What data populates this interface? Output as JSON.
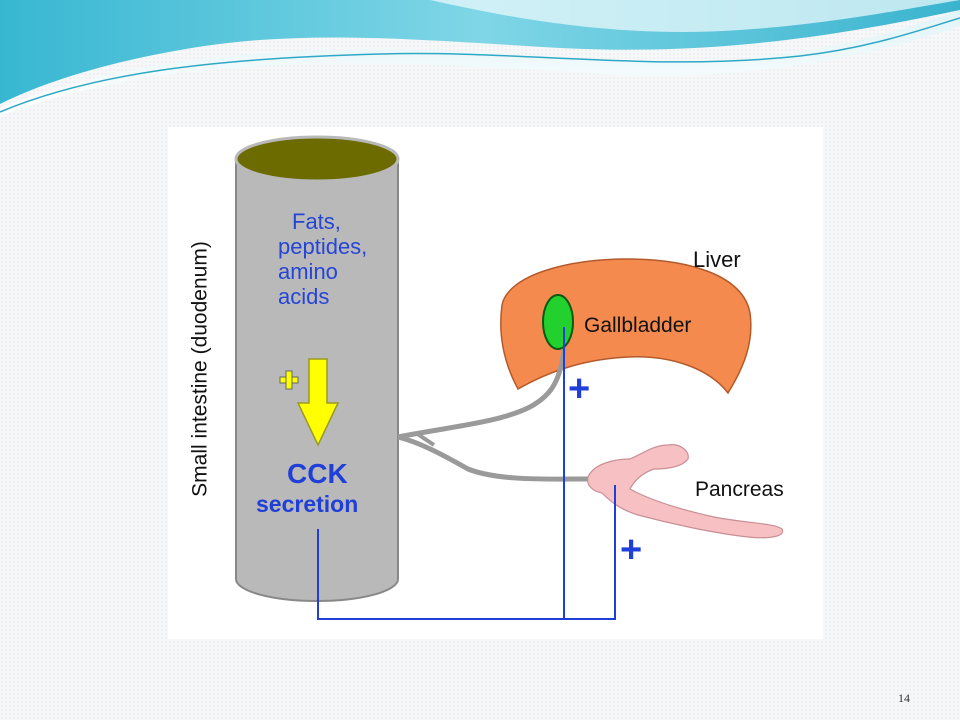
{
  "slide": {
    "page_number": "14"
  },
  "diagram": {
    "intestine_label": "Small intestine (duodenum)",
    "stimuli": [
      "Fats,",
      "peptides,",
      "amino",
      "acids"
    ],
    "stimulus_sign": "+",
    "hormone_label_line1": "CCK",
    "hormone_label_line2": "secretion",
    "liver_label": "Liver",
    "gallbladder_label": "Gallbladder",
    "pancreas_label": "Pancreas",
    "gallbladder_sign": "+",
    "pancreas_sign": "+"
  },
  "colors": {
    "intestine": "#b9b9b9",
    "intestine_top": "#6b6b00",
    "liver": "#f58a4f",
    "gallbladder": "#22d12e",
    "pancreas": "#f7c1c4",
    "arrow": "#ffff00",
    "signal_line": "#1f3fd8",
    "text_blue": "#1f3fd8",
    "header_wave": "#5cc8dc"
  }
}
